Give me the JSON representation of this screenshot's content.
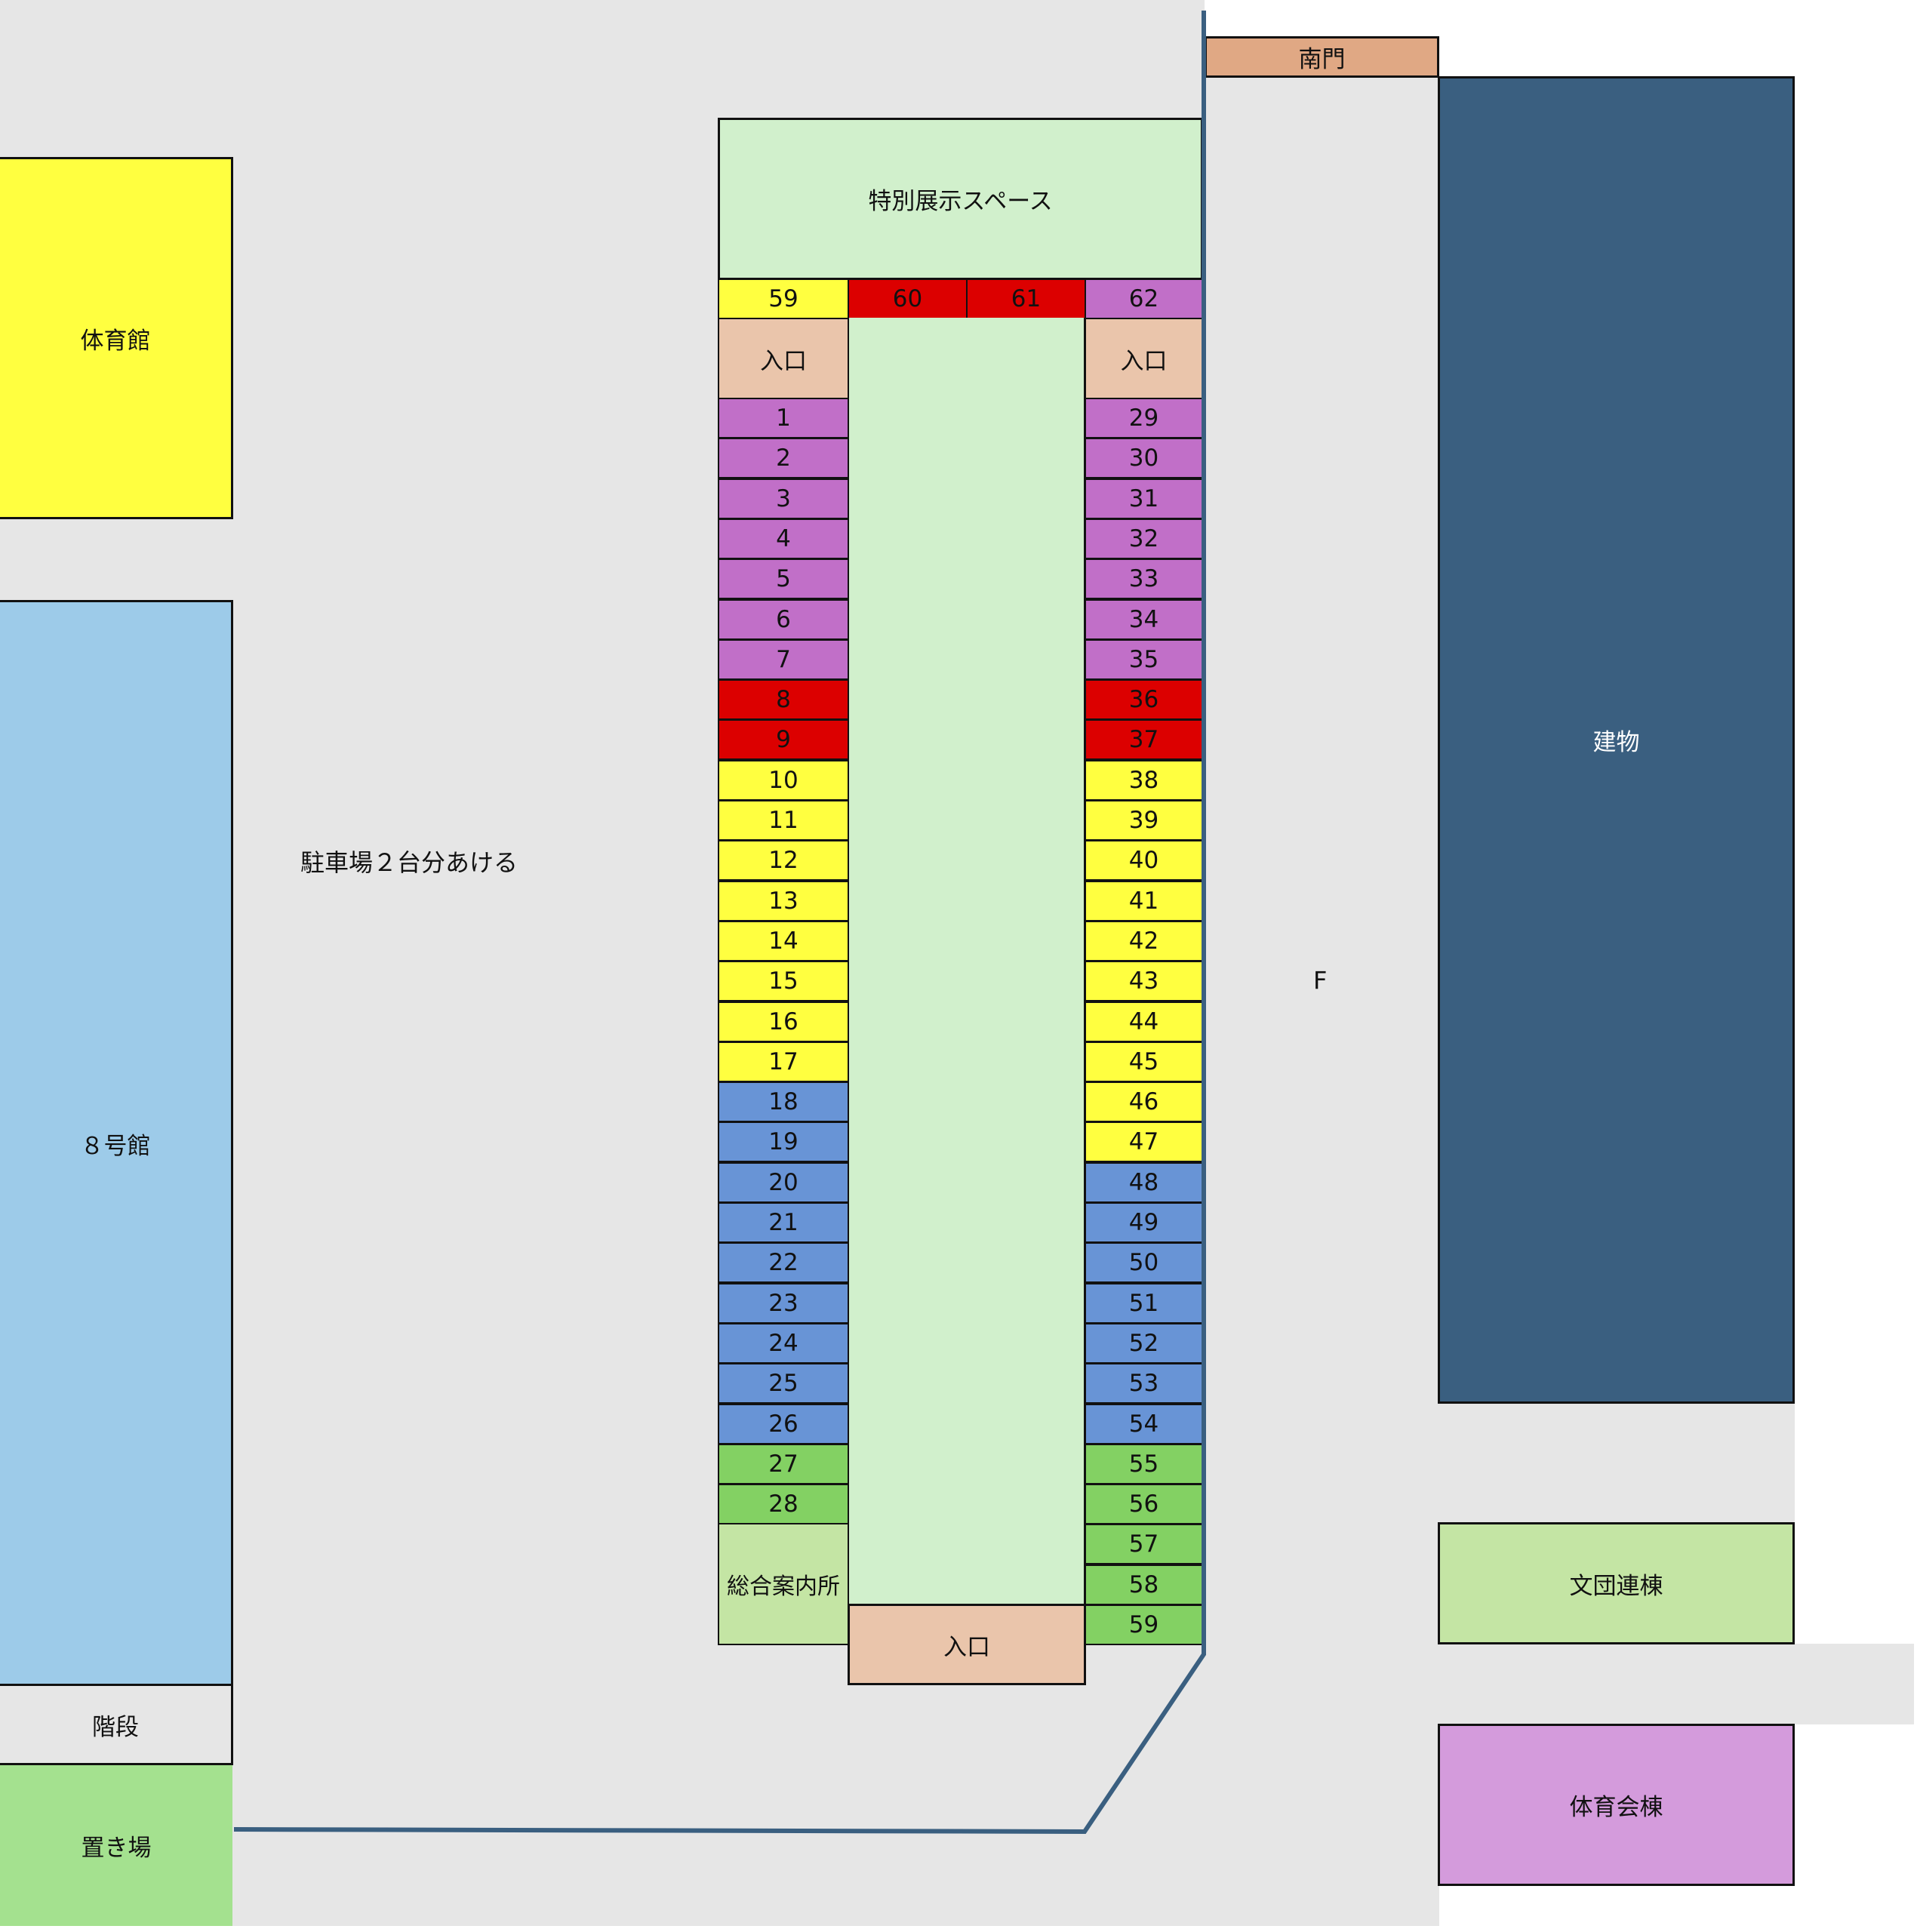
{
  "map": {
    "buildings": {
      "gym": {
        "label": "体育館",
        "color": "#ffff40"
      },
      "building8": {
        "label": "８号館",
        "color": "#9dcbe9"
      },
      "stairs": {
        "label": "階段",
        "color": "#e6e6e6"
      },
      "storage": {
        "label": "置き場",
        "color": "#a4e18f"
      },
      "south_gate": {
        "label": "南門",
        "color": "#e0a884"
      },
      "building": {
        "label": "建物",
        "color": "#3a5f80"
      },
      "bundanren": {
        "label": "文団連棟",
        "color": "#c4e5a4"
      },
      "taiikukai": {
        "label": "体育会棟",
        "color": "#d49bdc"
      }
    },
    "special_space": {
      "label": "特別展示スペース",
      "color": "#d1f0cc"
    },
    "info_desk": {
      "label": "総合案内所",
      "color": "#c4e5a4"
    },
    "entrances": {
      "left": "入口",
      "right": "入口",
      "bottom": "入口",
      "color": "#eac5ab"
    },
    "notes": {
      "parking": "駐車場２台分あける",
      "lane": "F"
    },
    "colors": {
      "purple": "#c16fc8",
      "red": "#dc0000",
      "yellow": "#ffff40",
      "blue": "#6894d6",
      "green": "#83d163",
      "path_line": "#3a5f80",
      "ground": "#e6e6e6"
    },
    "top_row": [
      {
        "number": "59",
        "color": "yellow"
      },
      {
        "number": "60",
        "color": "red"
      },
      {
        "number": "61",
        "color": "red"
      },
      {
        "number": "62",
        "color": "purple"
      }
    ],
    "left_booths": [
      {
        "number": "1",
        "color": "purple"
      },
      {
        "number": "2",
        "color": "purple"
      },
      {
        "number": "3",
        "color": "purple"
      },
      {
        "number": "4",
        "color": "purple"
      },
      {
        "number": "5",
        "color": "purple"
      },
      {
        "number": "6",
        "color": "purple"
      },
      {
        "number": "7",
        "color": "purple"
      },
      {
        "number": "8",
        "color": "red"
      },
      {
        "number": "9",
        "color": "red"
      },
      {
        "number": "10",
        "color": "yellow"
      },
      {
        "number": "11",
        "color": "yellow"
      },
      {
        "number": "12",
        "color": "yellow"
      },
      {
        "number": "13",
        "color": "yellow"
      },
      {
        "number": "14",
        "color": "yellow"
      },
      {
        "number": "15",
        "color": "yellow"
      },
      {
        "number": "16",
        "color": "yellow"
      },
      {
        "number": "17",
        "color": "yellow"
      },
      {
        "number": "18",
        "color": "blue"
      },
      {
        "number": "19",
        "color": "blue"
      },
      {
        "number": "20",
        "color": "blue"
      },
      {
        "number": "21",
        "color": "blue"
      },
      {
        "number": "22",
        "color": "blue"
      },
      {
        "number": "23",
        "color": "blue"
      },
      {
        "number": "24",
        "color": "blue"
      },
      {
        "number": "25",
        "color": "blue"
      },
      {
        "number": "26",
        "color": "blue"
      },
      {
        "number": "27",
        "color": "green"
      },
      {
        "number": "28",
        "color": "green"
      }
    ],
    "right_booths": [
      {
        "number": "29",
        "color": "purple"
      },
      {
        "number": "30",
        "color": "purple"
      },
      {
        "number": "31",
        "color": "purple"
      },
      {
        "number": "32",
        "color": "purple"
      },
      {
        "number": "33",
        "color": "purple"
      },
      {
        "number": "34",
        "color": "purple"
      },
      {
        "number": "35",
        "color": "purple"
      },
      {
        "number": "36",
        "color": "red"
      },
      {
        "number": "37",
        "color": "red"
      },
      {
        "number": "38",
        "color": "yellow"
      },
      {
        "number": "39",
        "color": "yellow"
      },
      {
        "number": "40",
        "color": "yellow"
      },
      {
        "number": "41",
        "color": "yellow"
      },
      {
        "number": "42",
        "color": "yellow"
      },
      {
        "number": "43",
        "color": "yellow"
      },
      {
        "number": "44",
        "color": "yellow"
      },
      {
        "number": "45",
        "color": "yellow"
      },
      {
        "number": "46",
        "color": "yellow"
      },
      {
        "number": "47",
        "color": "yellow"
      },
      {
        "number": "48",
        "color": "blue"
      },
      {
        "number": "49",
        "color": "blue"
      },
      {
        "number": "50",
        "color": "blue"
      },
      {
        "number": "51",
        "color": "blue"
      },
      {
        "number": "52",
        "color": "blue"
      },
      {
        "number": "53",
        "color": "blue"
      },
      {
        "number": "54",
        "color": "blue"
      },
      {
        "number": "55",
        "color": "green"
      },
      {
        "number": "56",
        "color": "green"
      },
      {
        "number": "57",
        "color": "green"
      },
      {
        "number": "58",
        "color": "green"
      },
      {
        "number": "59",
        "color": "green"
      }
    ]
  }
}
